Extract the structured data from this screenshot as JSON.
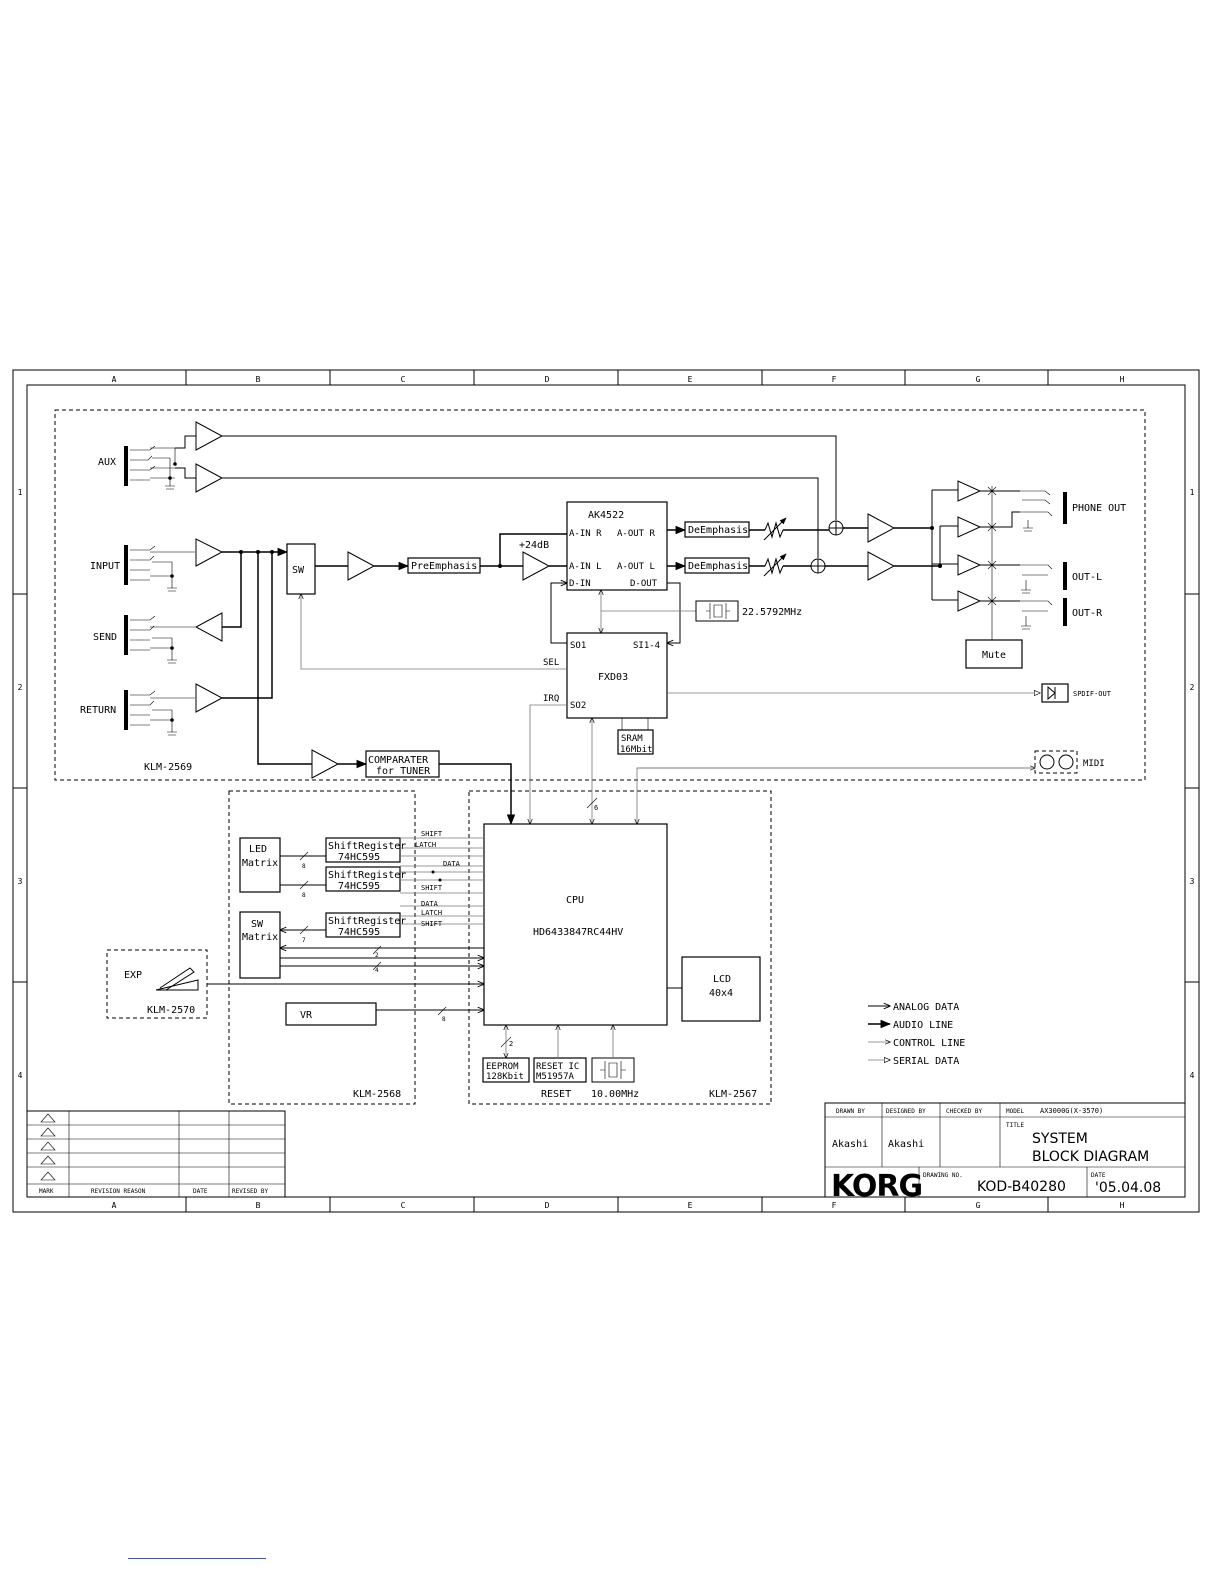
{
  "columns": [
    "A",
    "B",
    "C",
    "D",
    "E",
    "F",
    "G",
    "H"
  ],
  "rows": [
    "1",
    "2",
    "3",
    "4"
  ],
  "boards": {
    "main": "KLM-2569",
    "panel": "KLM-2568",
    "cpu_board": "KLM-2567",
    "exp_board": "KLM-2570"
  },
  "jacks": {
    "aux": "AUX",
    "input": "INPUT",
    "send": "SEND",
    "return": "RETURN",
    "phone_out": "PHONE OUT",
    "out_l": "OUT-L",
    "out_r": "OUT-R",
    "spdif_out": "SPDIF-OUT",
    "midi": "MIDI",
    "exp": "EXP"
  },
  "blocks": {
    "sw": "SW",
    "pre_emphasis": "PreEmphasis",
    "gain": "+24dB",
    "codec": "AK4522",
    "codec_ain_r": "A-IN R",
    "codec_aout_r": "A-OUT R",
    "codec_ain_l": "A-IN L",
    "codec_aout_l": "A-OUT L",
    "codec_din": "D-IN",
    "codec_dout": "D-OUT",
    "deemphasis": "DeEmphasis",
    "crystal_main": "22.5792MHz",
    "dsp": "FXD03",
    "dsp_so1": "SO1",
    "dsp_si": "SI1-4",
    "dsp_sel": "SEL",
    "dsp_irq": "IRQ",
    "dsp_so2": "SO2",
    "sram_1": "SRAM",
    "sram_2": "16Mbit",
    "mute": "Mute",
    "comparator_1": "COMPARATER",
    "comparator_2": "for TUNER",
    "led_matrix_1": "LED",
    "led_matrix_2": "Matrix",
    "sw_matrix_1": "SW",
    "sw_matrix_2": "Matrix",
    "shift_register": "ShiftRegister",
    "shift_register_part": "74HC595",
    "cpu_1": "CPU",
    "cpu_2": "HD6433847RC44HV",
    "lcd_1": "LCD",
    "lcd_2": "40x4",
    "vr": "VR",
    "eeprom_1": "EEPROM",
    "eeprom_2": "128Kbit",
    "reset_ic_1": "RESET IC",
    "reset_ic_2": "M51957A",
    "reset": "RESET",
    "crystal_cpu": "10.00MHz"
  },
  "signals": {
    "shift": "SHIFT",
    "latch": "LATCH",
    "data": "DATA"
  },
  "bus_widths": {
    "led1": "8",
    "led2": "8",
    "sw": "7",
    "sw2": "2",
    "sw4": "4",
    "cpu6": "6",
    "vr": "8",
    "eeprom": "2"
  },
  "legend": {
    "analog_data": "ANALOG DATA",
    "audio_line": "AUDIO LINE",
    "control_line": "CONTROL LINE",
    "serial_data": "SERIAL DATA"
  },
  "revision_table": {
    "mark": "MARK",
    "reason": "REVISION REASON",
    "date": "DATE",
    "revised_by": "REVISED BY"
  },
  "title_block": {
    "drawn_by_label": "DRAWN BY",
    "designed_by_label": "DESIGNED BY",
    "checked_by_label": "CHECKED BY",
    "model_label": "MODEL",
    "model": "AX3000G(X-3570)",
    "title_label": "TITLE",
    "title_1": "SYSTEM",
    "title_2": "BLOCK DIAGRAM",
    "drawn_by": "Akashi",
    "designed_by": "Akashi",
    "brand": "KORG",
    "drawing_no_label": "DRAWING NO.",
    "drawing_no": "KOD-B40280",
    "date_label": "DATE",
    "date": "'05.04.08"
  }
}
